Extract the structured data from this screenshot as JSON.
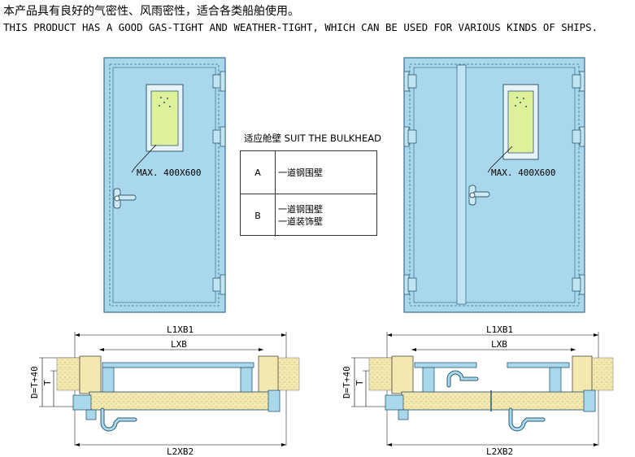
{
  "header": {
    "line_cn": "本产品具有良好的气密性、风雨密性，适合各类船舶使用。",
    "line_en": "THIS PRODUCT HAS A GOOD GAS-TIGHT AND WEATHER-TIGHT, WHICH CAN BE USED FOR VARIOUS KINDS OF SHIPS."
  },
  "doors": {
    "single": {
      "window_label": "MAX. 400X600"
    },
    "double": {
      "window_label": "MAX. 400X600"
    }
  },
  "bulkhead_table": {
    "title": "适应舱壁 SUIT THE BULKHEAD",
    "rows": [
      {
        "letter": "A",
        "line1": "一道钢围壁",
        "line2": ""
      },
      {
        "letter": "B",
        "line1": "一道钢围壁",
        "line2": "一道装饰壁"
      }
    ]
  },
  "sections": {
    "left": {
      "top_dim": "L1XB1",
      "inner_dim": "LXB",
      "bottom_dim": "L2XB2",
      "height_dim": "D=T+40",
      "thickness_dim": "T"
    },
    "right": {
      "top_dim": "L1XB1",
      "inner_dim": "LXB",
      "bottom_dim": "L2XB2",
      "height_dim": "D=T+40",
      "thickness_dim": "T"
    }
  },
  "colors": {
    "door_fill": "#a9d8ec",
    "door_stroke": "#3a6f8c",
    "window_fill": "#dff09a",
    "insulation": "#f3e9b0"
  }
}
